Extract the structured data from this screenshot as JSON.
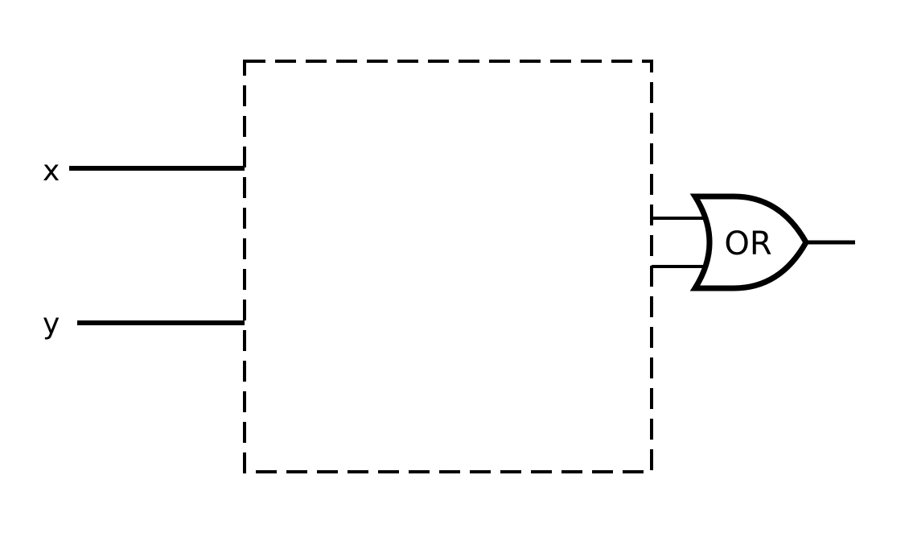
{
  "diagram": {
    "inputs": [
      {
        "label": "x"
      },
      {
        "label": "y"
      }
    ],
    "black_box": {
      "border_style": "dashed"
    },
    "gate": {
      "type": "OR",
      "label": "OR",
      "input_count": 2
    },
    "colors": {
      "line": "#000000",
      "background": "#ffffff"
    }
  }
}
